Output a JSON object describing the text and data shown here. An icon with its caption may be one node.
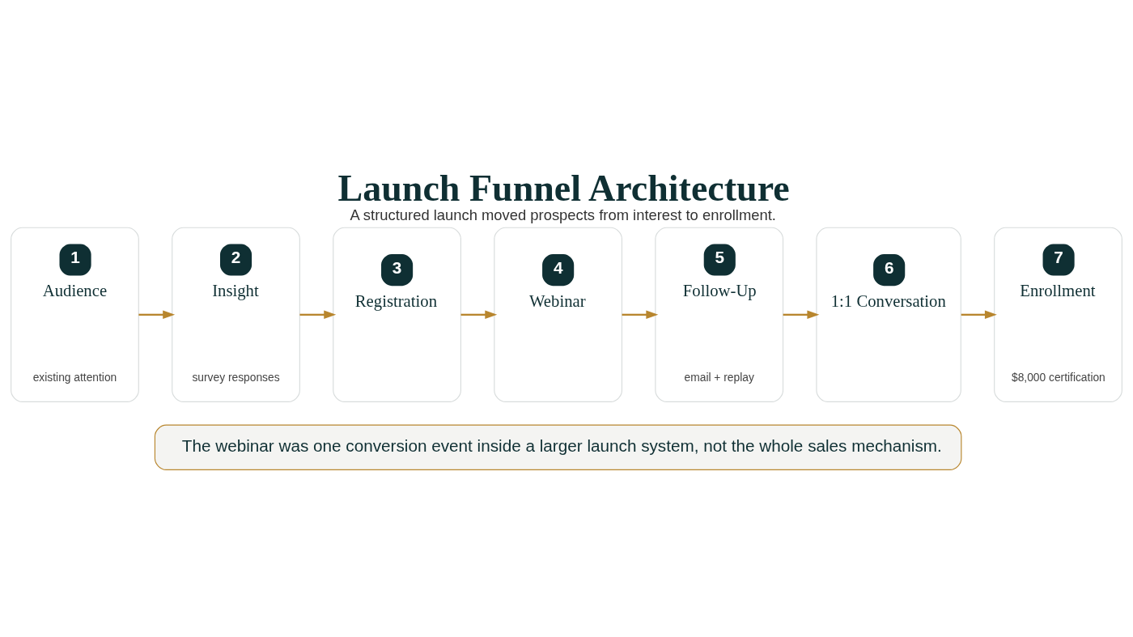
{
  "diagram": {
    "title": "Launch Funnel Architecture",
    "caption": "A structured launch moved prospects from interest to enrollment.",
    "nodes": [
      {
        "text": [
          "1",
          "Audience",
          "existing attention"
        ]
      },
      {
        "text": [
          "2",
          "Insight",
          "survey responses"
        ]
      },
      {
        "text": [
          "3",
          "Registration"
        ]
      },
      {
        "text": [
          "4",
          "Webinar"
        ]
      },
      {
        "text": [
          "5",
          "Follow-Up",
          "email + replay"
        ]
      },
      {
        "text": [
          "6",
          "1:1 Conversation"
        ]
      },
      {
        "text": [
          "7",
          "Enrollment",
          "$8,000 certification"
        ]
      },
      {
        "text": [
          "The webinar was one conversion event inside a larger launch system, not the whole sales mechanism."
        ]
      }
    ],
    "edges": [
      {
        "from": 0,
        "to": 1,
        "arrow": "to"
      },
      {
        "from": 1,
        "to": 2,
        "arrow": "to"
      },
      {
        "from": 2,
        "to": 3,
        "arrow": "to"
      },
      {
        "from": 3,
        "to": 4,
        "arrow": "to"
      },
      {
        "from": 4,
        "to": 5,
        "arrow": "to"
      },
      {
        "from": 5,
        "to": 6,
        "arrow": "to"
      }
    ]
  }
}
